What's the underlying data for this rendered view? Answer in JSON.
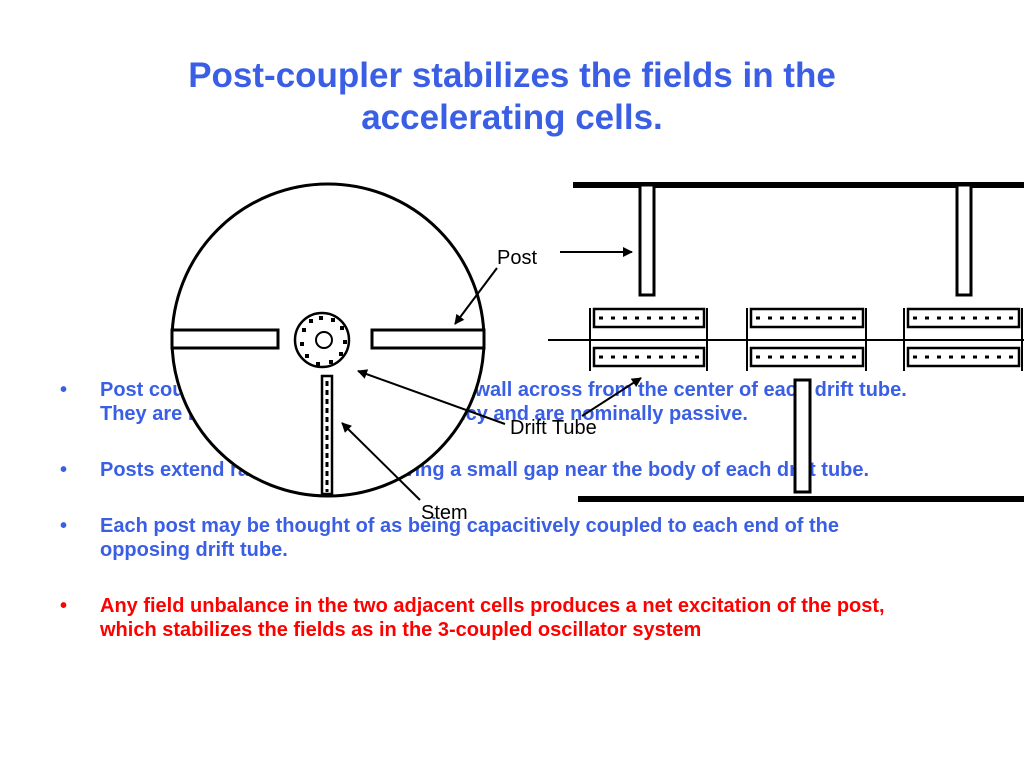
{
  "title_line1": "Post-coupler stabilizes the fields in the",
  "title_line2": "accelerating cells.",
  "bullet_glyph": "•",
  "bullets": [
    "Post couplers mount on the cylindrical wall across from the center of each drift tube. They are not tuned to the RFQ frequency and are nominally passive.",
    "Posts extend radially inward leaving a small gap near the body of each drift tube.",
    "Each post may be thought of as being capacitively coupled to each end of the opposing drift tube.",
    "Any field unbalance in the two adjacent cells produces a net excitation of the post, which stabilizes the fields as in the 3-coupled oscillator system"
  ],
  "labels": {
    "post": "Post",
    "drift_tube": "Drift Tube",
    "stem": "Stem"
  },
  "colors": {
    "title": "#3a5fe5",
    "bullet_text": "#3a5fe5",
    "highlight": "#ff0000"
  }
}
